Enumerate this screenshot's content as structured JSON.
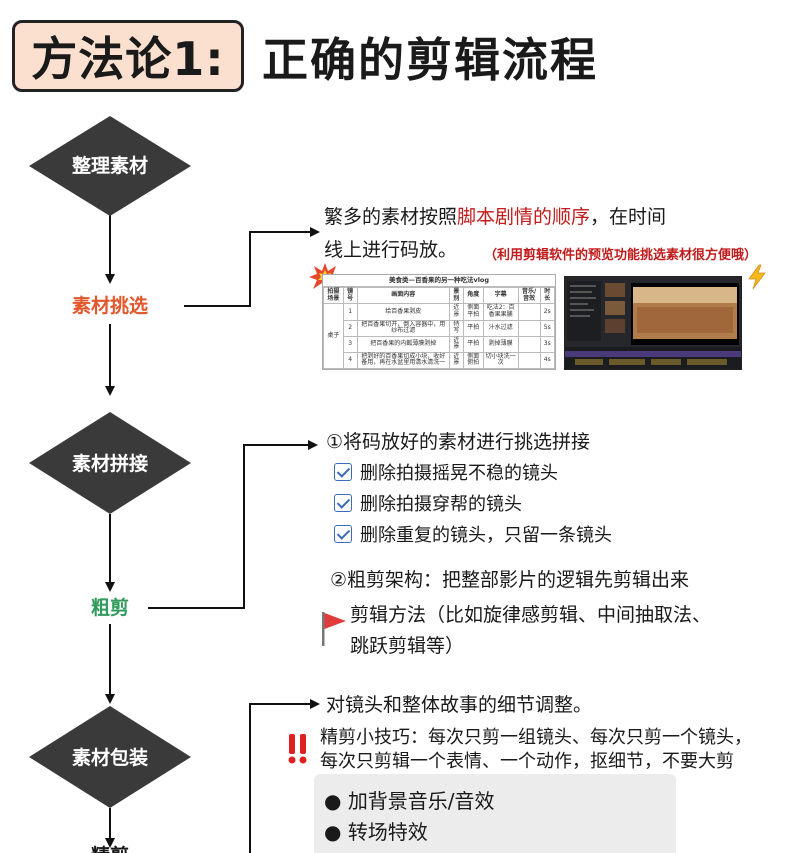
{
  "header": {
    "badge": "方法论1:",
    "title": "正确的剪辑流程"
  },
  "flow": {
    "steps": [
      {
        "diamond": "整理素材",
        "phase": "素材挑选",
        "phase_color": "#e2572b"
      },
      {
        "diamond": "素材拼接",
        "phase": "粗剪",
        "phase_color": "#2f9a5a"
      },
      {
        "diamond": "素材包装",
        "phase": "精剪",
        "phase_color": "#1a1a1a"
      }
    ],
    "diamond_color": "#3a3a3a"
  },
  "section1": {
    "line1_a": "繁多的素材按照",
    "line1_b": "脚本剧情的顺序",
    "line1_c": "，在时间",
    "line2": "线上进行码放。",
    "note": "（利用剪辑软件的预览功能挑选素材很方便哦）"
  },
  "table": {
    "caption": "美食类—百香果的另一种吃法vlog",
    "headers": [
      "拍摄场景",
      "镜号",
      "画面内容",
      "景别",
      "角度",
      "字幕",
      "音乐/音效",
      "时长"
    ],
    "scene": "桌子",
    "rows": [
      [
        "1",
        "给百香果剥皮",
        "近景",
        "侧面平拍",
        "吃法2：百香果果脯",
        "",
        "2s"
      ],
      [
        "2",
        "把百香果切开，倒入容器中，用纱布过滤",
        "特写",
        "平拍",
        "汁水过滤",
        "",
        "5s"
      ],
      [
        "3",
        "把百香果的内瓤薄膜剥掉",
        "近景",
        "平拍",
        "剥掉薄膜",
        "",
        "3s"
      ],
      [
        "4",
        "把剥好的百香果切成小块，收好备用，再在水盆里用清水清洗一",
        "近景",
        "侧面俯拍",
        "切小块洗一次",
        "",
        "4s"
      ]
    ]
  },
  "section2": {
    "head": "①将码放好的素材进行挑选拼接",
    "checks": [
      "删除拍摄摇晃不稳的镜头",
      "删除拍摄穿帮的镜头",
      "删除重复的镜头，只留一条镜头"
    ],
    "head2": "②粗剪架构：把整部影片的逻辑先剪辑出来",
    "method1": "剪辑方法（比如旋律感剪辑、中间抽取法、",
    "method2": "跳跃剪辑等）"
  },
  "section3": {
    "head": "对镜头和整体故事的细节调整。",
    "tip1": "精剪小技巧：每次只剪一组镜头、每次只剪一个镜头，",
    "tip2": "每次只剪辑一个表情、一个动作，抠细节，不要大剪",
    "bullets": [
      "加背景音乐/音效",
      "转场特效"
    ]
  },
  "icons": {
    "explosion": "explosion-icon",
    "lightning": "lightning-icon",
    "flag": "red-flag-icon",
    "exclaim": "double-exclamation-icon",
    "check": "checkbox-icon"
  }
}
